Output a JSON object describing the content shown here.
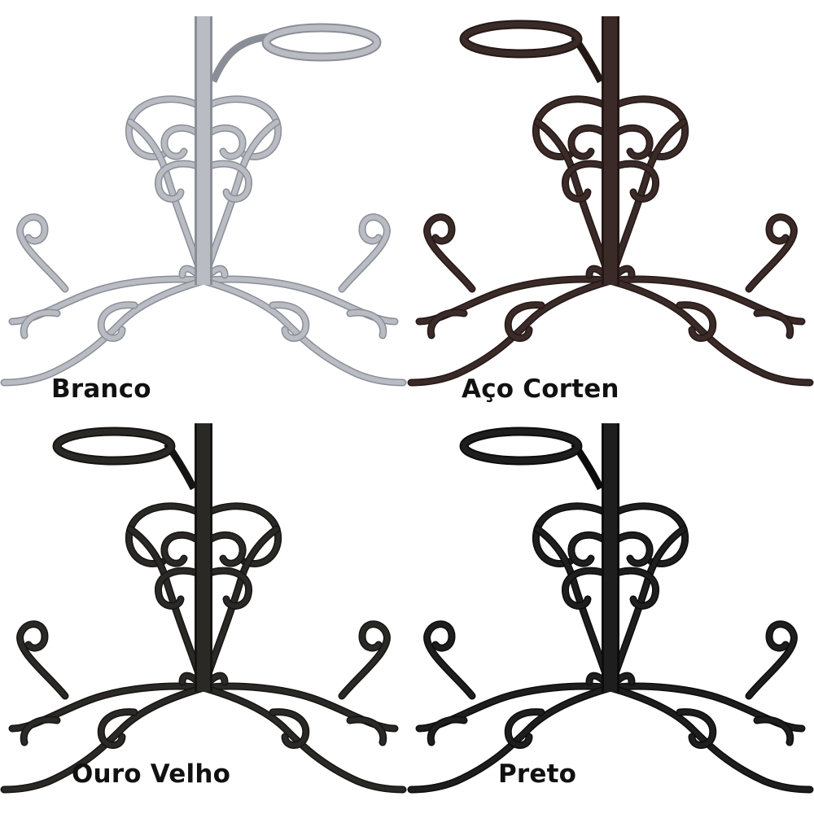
{
  "variants": [
    {
      "label": "Branco",
      "color": "#b9bcc2",
      "outline": "#8a8e96"
    },
    {
      "label": "Aço Corten",
      "color": "#3a2a28",
      "outline": "#241816"
    },
    {
      "label": "Ouro Velho",
      "color": "#2b2926",
      "outline": "#161412"
    },
    {
      "label": "Preto",
      "color": "#1e1e1e",
      "outline": "#0c0c0c"
    }
  ]
}
